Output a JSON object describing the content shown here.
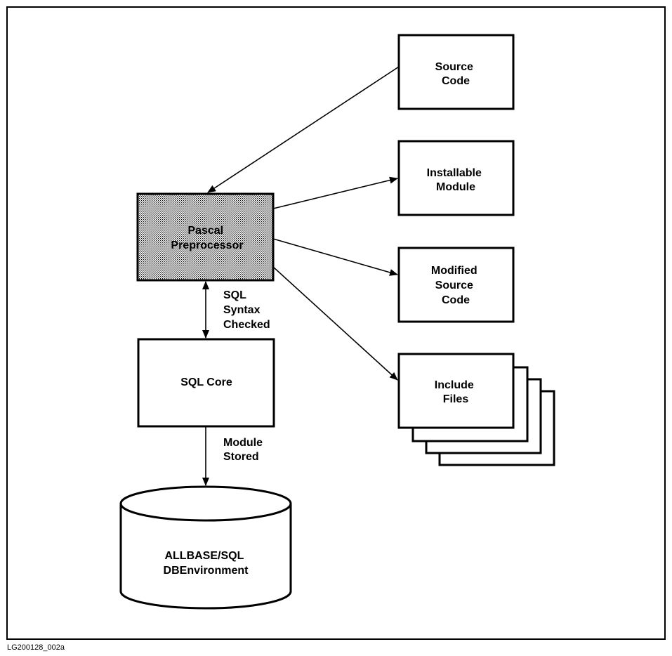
{
  "diagram": {
    "nodes": {
      "source_code": {
        "lines": [
          "Source",
          "Code"
        ]
      },
      "installable_module": {
        "lines": [
          "Installable",
          "Module"
        ]
      },
      "modified_source_code": {
        "lines": [
          "Modified",
          "Source",
          "Code"
        ]
      },
      "include_files": {
        "lines": [
          "Include",
          "Files"
        ]
      },
      "pascal_preprocessor": {
        "lines": [
          "Pascal",
          "Preprocessor"
        ]
      },
      "sql_core": {
        "lines": [
          "SQL Core"
        ]
      },
      "dbenvironment": {
        "lines": [
          "ALLBASE/SQL",
          "DBEnvironment"
        ]
      }
    },
    "edge_labels": {
      "syntax_checked": [
        "SQL",
        "Syntax",
        "Checked"
      ],
      "module_stored": [
        "Module",
        "Stored"
      ]
    }
  },
  "figure_id": "LG200128_002a"
}
